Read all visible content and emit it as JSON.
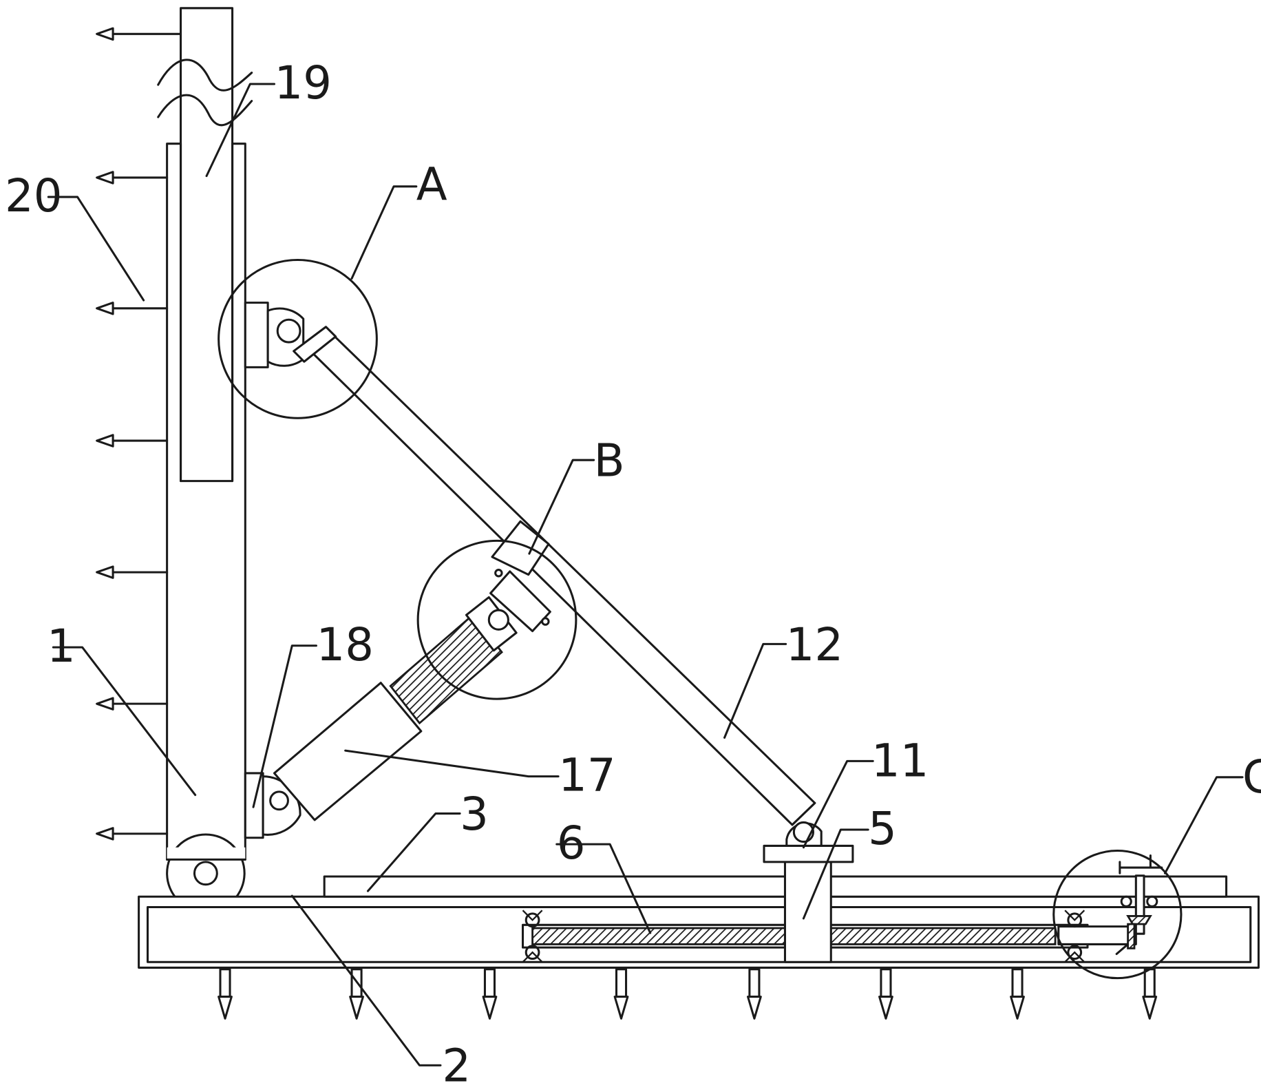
{
  "figure": {
    "labels": {
      "l1": "1",
      "l2": "2",
      "l3": "3",
      "l5": "5",
      "l6": "6",
      "l11": "11",
      "l12": "12",
      "l17": "17",
      "l18": "18",
      "l19": "19",
      "l20": "20",
      "lA": "A",
      "lB": "B",
      "lC": "C"
    },
    "colors": {
      "line": "#1a1a1a",
      "background": "#ffffff"
    }
  }
}
